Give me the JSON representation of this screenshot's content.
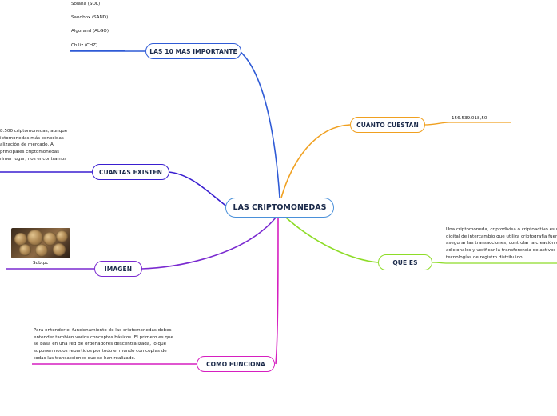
{
  "central": {
    "label": "LAS CRIPTOMONEDAS"
  },
  "colors": {
    "top10": "#2f5bd6",
    "cuanto": "#f0a020",
    "cuantas": "#3a1fd0",
    "quees": "#8edc28",
    "imagen": "#7a2ad0",
    "como": "#d61fc0",
    "central_border": "#4a90d9",
    "node_text": "#1b2a4a"
  },
  "branches": {
    "top10": {
      "label": "LAS 10 MAS IMPORTANTE",
      "items": [
        "Solana (SOL)",
        "Sandbox (SAND)",
        "Algorand (ALGO)",
        "Chiliz (CHZ)"
      ]
    },
    "cuanto": {
      "label": "CUANTO CUESTAN",
      "value": "156.539.018,50"
    },
    "cuantas": {
      "label": "CUANTAS EXISTEN",
      "text_lines": [
        "8.500 criptomonedas, aunque",
        "iptomonedas más conocidas",
        "alización de mercado. A",
        "principales criptomonedas",
        "rimer lugar, nos encontramos"
      ]
    },
    "quees": {
      "label": "QUE ES",
      "text_lines": [
        "Una criptomoneda, criptodivisa o criptoactivo es u",
        "digital de intercambio que utiliza criptografía fuert",
        "asegurar las transacciones, controlar la creación d",
        "adicionales y verificar la transferencia de activos u",
        "tecnologías de registro distribuido"
      ]
    },
    "imagen": {
      "label": "IMAGEN",
      "caption": "Subtpc",
      "image_icon": "bitcoin-coins-photo"
    },
    "como": {
      "label": "COMO FUNCIONA",
      "text_lines": [
        "Para entender el funcionamiento de las criptomonedas debes",
        "entender también varios conceptos básicos. El primero es que",
        "se basa en una red de ordenadores descentralizada, lo que",
        "suponen nodos repartidos por todo el mundo con copias de",
        "todas las transacciones que se han realizado."
      ]
    }
  }
}
